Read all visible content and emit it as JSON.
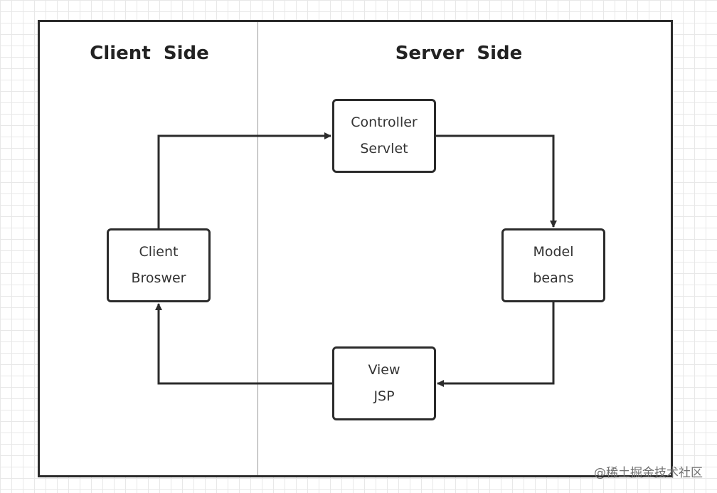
{
  "headings": {
    "client": "Client  Side",
    "server": "Server  Side"
  },
  "nodes": {
    "client": {
      "line1": "Client",
      "line2": "Broswer"
    },
    "controller": {
      "line1": "Controller",
      "line2": "Servlet"
    },
    "model": {
      "line1": "Model",
      "line2": "beans"
    },
    "view": {
      "line1": "View",
      "line2": "JSP"
    }
  },
  "watermark": "@稀土掘金技术社区",
  "colors": {
    "stroke": "#2b2b2b",
    "divider": "#9a9a9a",
    "text": "#333333"
  }
}
